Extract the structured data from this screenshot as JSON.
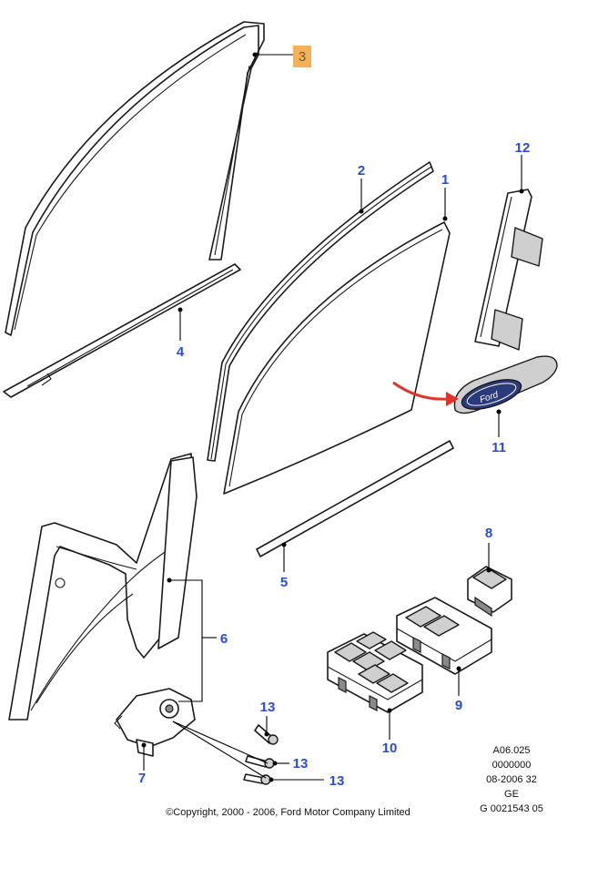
{
  "callouts": {
    "c1": "1",
    "c2": "2",
    "c3": "3",
    "c4": "4",
    "c5": "5",
    "c6": "6",
    "c7": "7",
    "c8": "8",
    "c9": "9",
    "c10": "10",
    "c11": "11",
    "c12": "12",
    "c13a": "13",
    "c13b": "13",
    "c13c": "13"
  },
  "reference": {
    "line1": "A06.025",
    "line2": "0000000",
    "line3": "08-2006 32",
    "line4": "GE",
    "line5": "G 0021543 05"
  },
  "copyright": "©Copyright, 2000 - 2006, Ford Motor Company Limited",
  "colors": {
    "callout": "#2a4bd8",
    "highlight_box": "#f3b25a",
    "arrow": "#e0342a"
  }
}
